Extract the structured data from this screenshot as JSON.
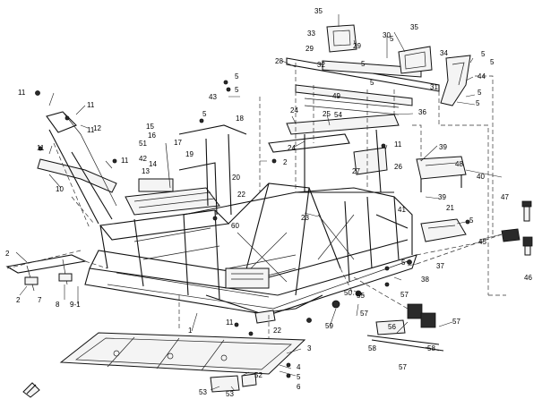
{
  "callouts": [
    "1",
    "2",
    "3",
    "4",
    "5",
    "6",
    "7",
    "8",
    "9-1",
    "10",
    "11",
    "12",
    "13",
    "14",
    "15",
    "16",
    "17",
    "18",
    "19",
    "20",
    "21",
    "22",
    "23",
    "24",
    "25",
    "26",
    "27",
    "28",
    "29",
    "30",
    "31",
    "32",
    "33",
    "34",
    "35",
    "36",
    "37",
    "38",
    "39",
    "40",
    "41",
    "42",
    "43",
    "44",
    "45",
    "46",
    "47",
    "48",
    "49",
    "50",
    "51",
    "52",
    "53",
    "54",
    "55",
    "56",
    "57",
    "58",
    "59",
    "60"
  ],
  "colors": {
    "line": "#111111",
    "background": "#ffffff"
  }
}
